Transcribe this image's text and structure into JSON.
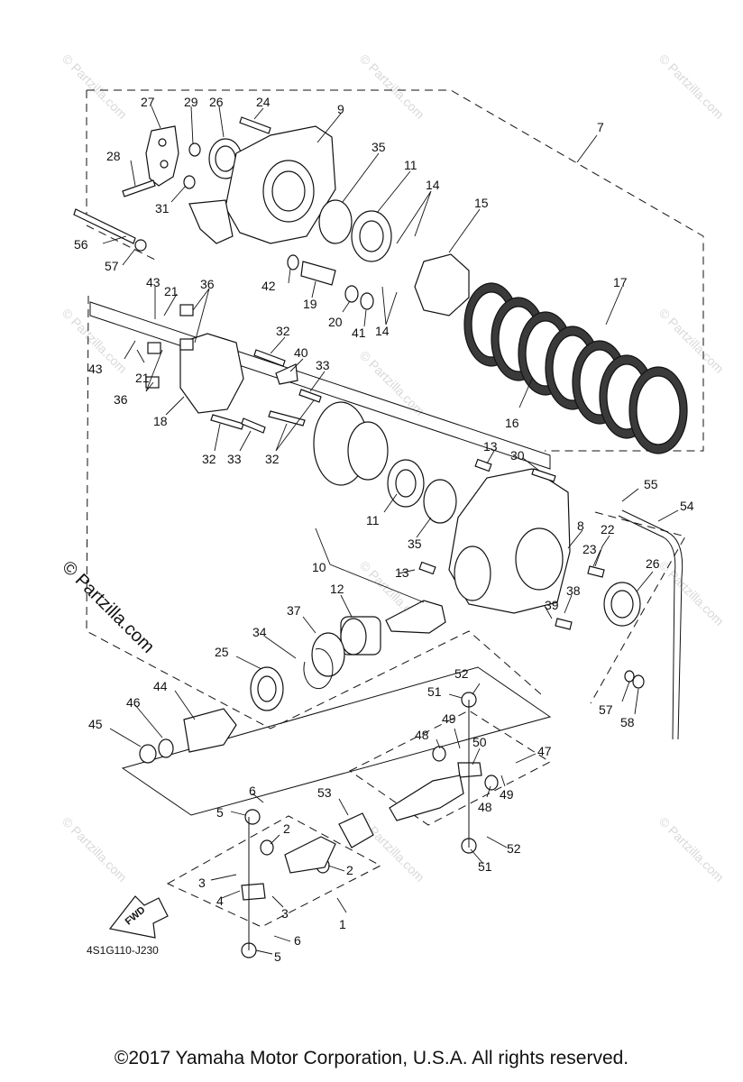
{
  "watermark": "© Partzilla.com",
  "side_watermark": "© Partzilla.com",
  "diagram_code": "4S1G110-J230",
  "fwd_label": "FWD",
  "copyright": "©2017  Yamaha Motor Corporation, U.S.A. All rights reserved.",
  "callouts": [
    "1",
    "2",
    "2",
    "3",
    "3",
    "4",
    "5",
    "5",
    "6",
    "6",
    "7",
    "8",
    "9",
    "10",
    "11",
    "11",
    "12",
    "13",
    "13",
    "14",
    "14",
    "15",
    "16",
    "17",
    "18",
    "19",
    "20",
    "21",
    "21",
    "22",
    "23",
    "24",
    "25",
    "26",
    "26",
    "27",
    "28",
    "29",
    "30",
    "31",
    "32",
    "32",
    "32",
    "33",
    "33",
    "34",
    "35",
    "35",
    "36",
    "36",
    "37",
    "38",
    "39",
    "40",
    "41",
    "42",
    "43",
    "43",
    "44",
    "45",
    "46",
    "47",
    "48",
    "48",
    "49",
    "49",
    "50",
    "51",
    "51",
    "52",
    "52",
    "53",
    "54",
    "55",
    "56",
    "57",
    "57",
    "58"
  ]
}
